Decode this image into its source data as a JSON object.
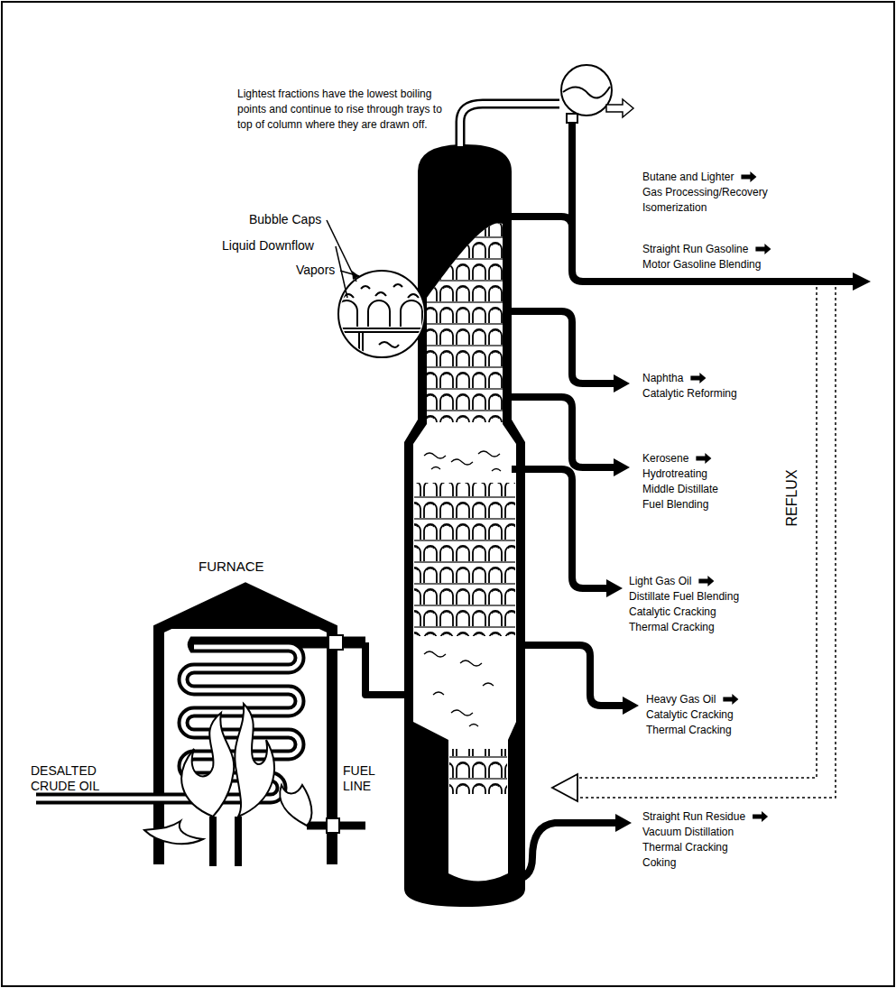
{
  "diagram": {
    "labels": [
      "Lightest fractions have the lowest boiling points and continue to rise through trays to top of column where they are drawn off.",
      "Butane and Lighter",
      "Gas Processing/Recovery",
      "Isomerization",
      "Straight Run Gasoline",
      "Motor Gasoline Blending",
      "Naphtha",
      "Catalytic Reforming",
      "Kerosene",
      "Hydrotreating",
      "Middle Distillate",
      "Fuel Blending",
      "Light Gas Oil",
      "Distillate Fuel Blending",
      "Catalytic Cracking",
      "Thermal Cracking",
      "Heavy Gas Oil",
      "Catalytic Cracking",
      "Thermal Cracking",
      "Straight Run Residue",
      "Vacuum Distillation",
      "Thermal Cracking",
      "Coking",
      "REFLUX",
      "Bubble Caps",
      "Liquid Downflow",
      "Vapors",
      "FURNACE",
      "DESALTED CRUDE OIL",
      "FUEL LINE"
    ]
  }
}
